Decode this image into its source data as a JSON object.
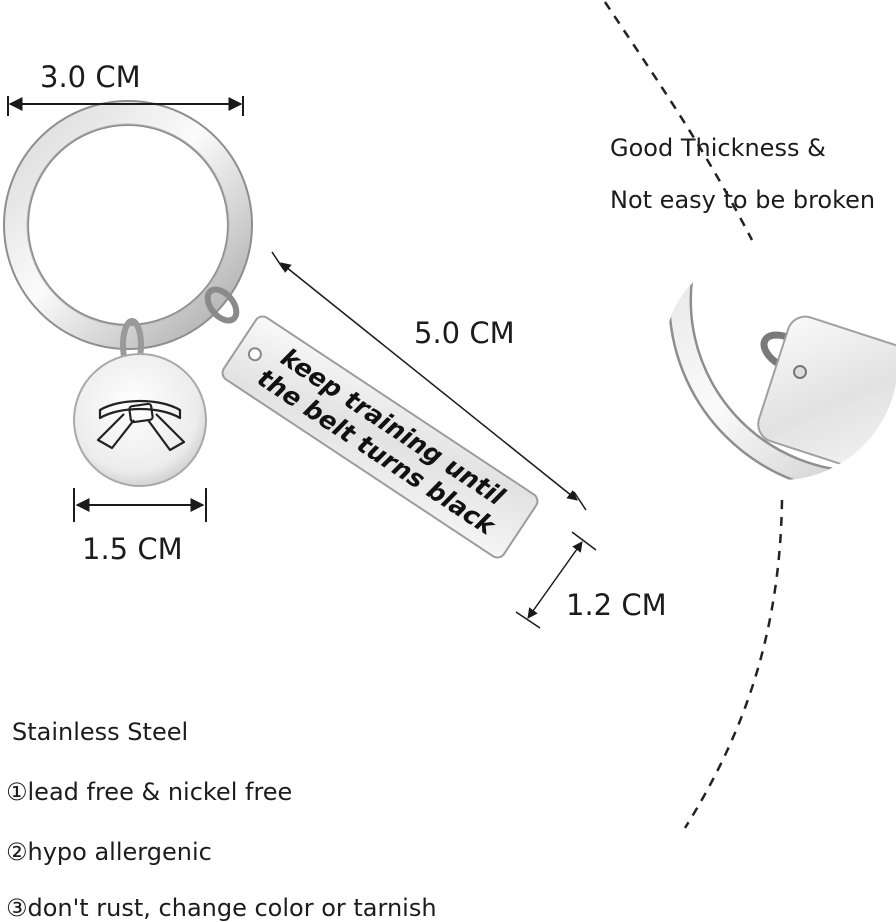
{
  "dimensions": {
    "ring_width": "3.0 CM",
    "tag_length": "5.0 CM",
    "tag_width": "1.2 CM",
    "charm_diameter": "1.5 CM"
  },
  "engraving": {
    "line1": "keep training until",
    "line2": "the belt turns black"
  },
  "callout": {
    "line1": "Good Thickness &",
    "line2": "Not easy to be broken"
  },
  "features": {
    "title": "Stainless Steel",
    "items": [
      "①lead free & nickel free",
      "②hypo allergenic",
      "③don't rust, change color or tarnish"
    ]
  },
  "icons": {
    "charm": "karate-belt-icon"
  },
  "colors": {
    "metal_light": "#f4f4f4",
    "metal_dark": "#9a9a9a",
    "line": "#1a1a1a"
  }
}
